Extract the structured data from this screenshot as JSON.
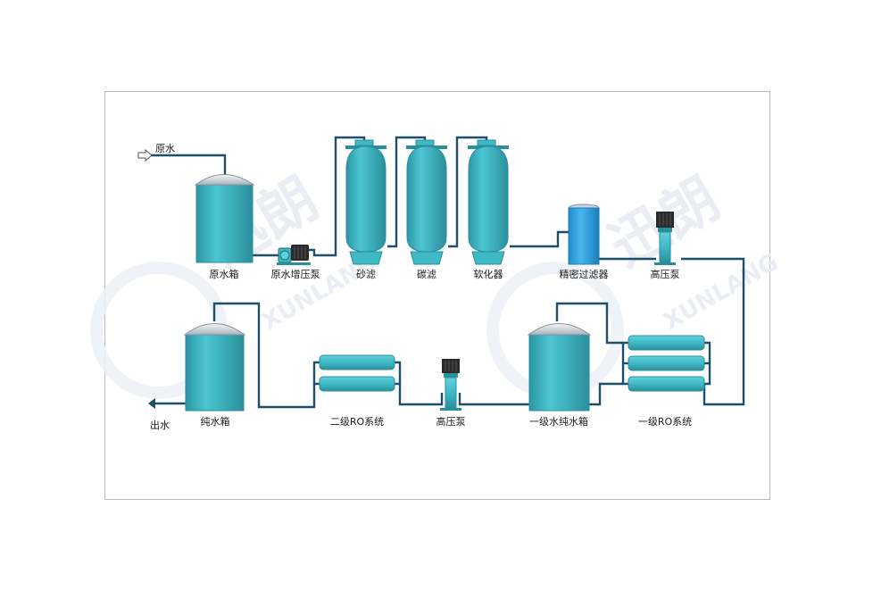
{
  "diagram": {
    "labels": {
      "raw_water_in": "原水",
      "raw_water_tank": "原水箱",
      "raw_water_booster_pump": "原水增压泵",
      "sand_filter": "砂滤",
      "carbon_filter": "碳滤",
      "softener": "软化器",
      "precision_filter": "精密过滤器",
      "high_pressure_pump_1": "高压泵",
      "primary_ro_system": "一级RO系统",
      "primary_pure_water_tank": "一级水纯水箱",
      "high_pressure_pump_2": "高压泵",
      "secondary_ro_system": "二级RO系统",
      "pure_water_tank": "纯水箱",
      "water_out": "出水"
    },
    "watermark": {
      "text_top": "XUNLANG",
      "text_cn": "迅朗"
    },
    "colors": {
      "vessel": "#3fb9c6",
      "vessel_dark": "#2a8f9c",
      "pipe": "#1d4f6a",
      "filter_blue": "#2ea3dc",
      "pump_dark": "#2b2b2b",
      "frame": "#b9b9b9",
      "watermark": "#e8edf3"
    }
  }
}
